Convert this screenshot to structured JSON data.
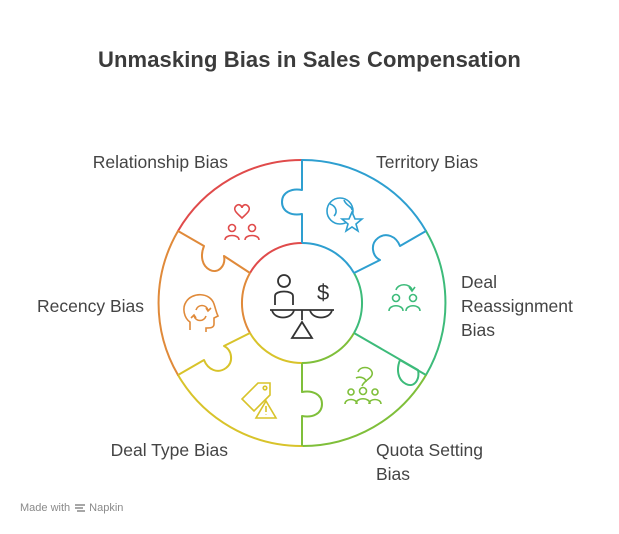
{
  "title": "Unmasking Bias in Sales Compensation",
  "segments": [
    {
      "label": "Relationship Bias",
      "icon": "relationship-hearts-icon",
      "color": "#e04b4b"
    },
    {
      "label": "Territory Bias",
      "icon": "globe-star-icon",
      "color": "#2e9fd0"
    },
    {
      "label": "Deal Reassignment Bias",
      "label_lines": [
        "Deal",
        "Reassignment",
        "Bias"
      ],
      "icon": "people-swap-icon",
      "color": "#3dbb7a"
    },
    {
      "label": "Quota Setting Bias",
      "label_lines": [
        "Quota Setting",
        "Bias"
      ],
      "icon": "team-target-icon",
      "color": "#7fbf3a"
    },
    {
      "label": "Deal Type Bias",
      "icon": "tag-warning-icon",
      "color": "#d8c32a"
    },
    {
      "label": "Recency Bias",
      "icon": "head-refresh-icon",
      "color": "#e08a3a"
    }
  ],
  "center": {
    "icon": "scale-person-dollar-icon",
    "color": "#333333"
  },
  "footer": {
    "made_with": "Made with",
    "brand": "Napkin"
  }
}
